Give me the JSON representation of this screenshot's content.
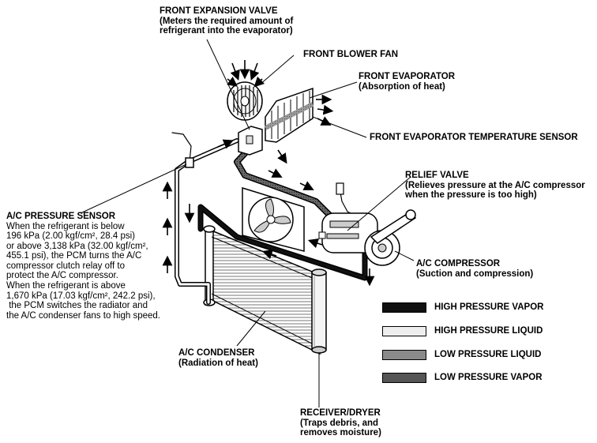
{
  "labels": {
    "expansion_valve": {
      "title": "FRONT EXPANSION VALVE",
      "desc": "(Meters the required amount of\nrefrigerant into the evaporator)"
    },
    "blower_fan": {
      "title": "FRONT BLOWER FAN"
    },
    "evaporator": {
      "title": "FRONT EVAPORATOR",
      "desc": "(Absorption of heat)"
    },
    "evap_temp_sensor": {
      "title": "FRONT EVAPORATOR TEMPERATURE SENSOR"
    },
    "relief_valve": {
      "title": "RELIEF VALVE",
      "desc": "(Relieves pressure at the A/C compressor\nwhen the pressure is too high)"
    },
    "pressure_sensor": {
      "title": "A/C PRESSURE SENSOR",
      "desc": "When the refrigerant is below\n196 kPa (2.00 kgf/cm², 28.4 psi)\nor above 3,138 kPa (32.00 kgf/cm²,\n455.1 psi), the PCM turns the A/C\ncompressor clutch relay off to\nprotect the A/C compressor.\nWhen the refrigerant is above\n1,670 kPa (17.03 kgf/cm², 242.2 psi),\n the PCM switches the radiator and\nthe A/C condenser fans to high speed."
    },
    "compressor": {
      "title": "A/C COMPRESSOR",
      "desc": "(Suction and compression)"
    },
    "condenser": {
      "title": "A/C CONDENSER",
      "desc": "(Radiation of heat)"
    },
    "receiver_dryer": {
      "title": "RECEIVER/DRYER",
      "desc": "(Traps debris, and\nremoves moisture)"
    }
  },
  "legend": [
    {
      "label": "HIGH PRESSURE VAPOR",
      "fill": "#111111"
    },
    {
      "label": "HIGH PRESSURE LIQUID",
      "fill": "#eeeeee"
    },
    {
      "label": "LOW PRESSURE LIQUID",
      "fill": "#8a8a8a"
    },
    {
      "label": "LOW PRESSURE VAPOR",
      "fill": "#555555"
    }
  ]
}
